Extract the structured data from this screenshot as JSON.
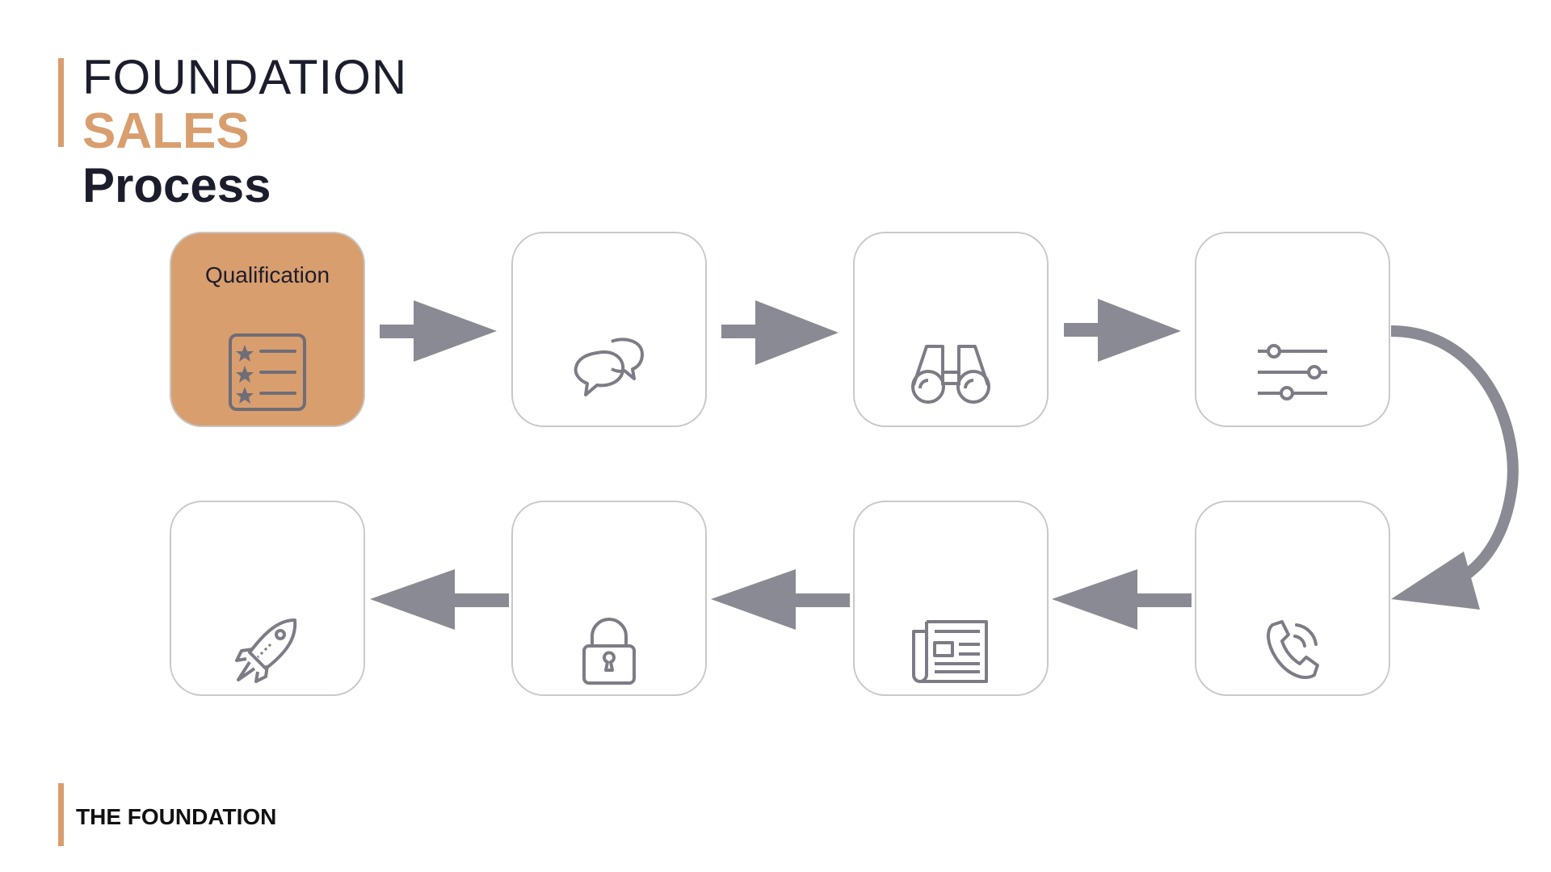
{
  "header": {
    "line1": "FOUNDATION",
    "line2": "SALES",
    "line3": "Process"
  },
  "steps": [
    {
      "label": "Qualification",
      "icon": "checklist-icon",
      "active": true
    },
    {
      "label": "",
      "icon": "chat-bubbles-icon",
      "active": false
    },
    {
      "label": "",
      "icon": "binoculars-icon",
      "active": false
    },
    {
      "label": "",
      "icon": "sliders-icon",
      "active": false
    },
    {
      "label": "",
      "icon": "phone-call-icon",
      "active": false
    },
    {
      "label": "",
      "icon": "newspaper-icon",
      "active": false
    },
    {
      "label": "",
      "icon": "padlock-icon",
      "active": false
    },
    {
      "label": "",
      "icon": "rocket-icon",
      "active": false
    }
  ],
  "footer": {
    "brand": "THE FOUNDATION"
  },
  "colors": {
    "accent": "#d99e6e",
    "dark": "#1c1d2c",
    "arrow": "#8a8a94",
    "border": "#c8c9cc"
  }
}
